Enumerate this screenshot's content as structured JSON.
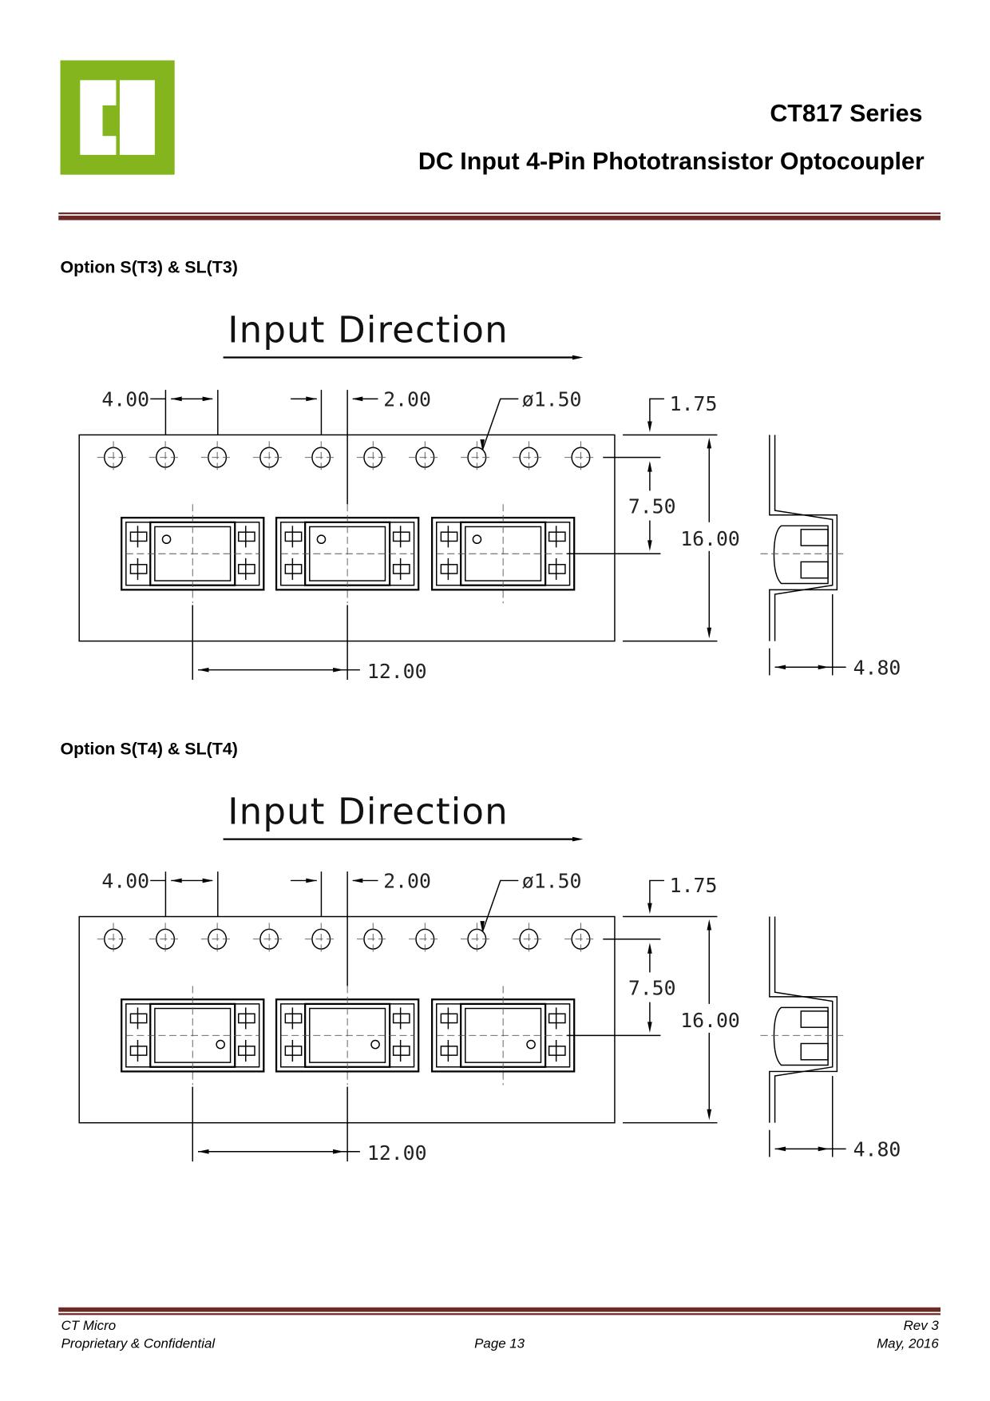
{
  "header": {
    "logo_text": "CT",
    "series": "CT817  Series",
    "subtitle": "DC  Input  4-Pin  Phototransistor  Optocoupler",
    "brand_color": "#84b51e",
    "rule_color": "#6b2a26"
  },
  "sections": [
    {
      "title": "Option S(T3) & SL(T3)",
      "direction_label": "Input  Direction",
      "dims": {
        "pitch": "4.00",
        "offset": "2.00",
        "hole": "ø1.50",
        "edge": "1.75",
        "hole_to_center": "7.50",
        "width": "16.00",
        "pocket_pitch": "12.00",
        "depth": "4.80"
      },
      "pin1_dot": "top-left"
    },
    {
      "title": "Option S(T4) & SL(T4)",
      "direction_label": "Input  Direction",
      "dims": {
        "pitch": "4.00",
        "offset": "2.00",
        "hole": "ø1.50",
        "edge": "1.75",
        "hole_to_center": "7.50",
        "width": "16.00",
        "pocket_pitch": "12.00",
        "depth": "4.80"
      },
      "pin1_dot": "bottom-right"
    }
  ],
  "footer": {
    "company": "CT Micro",
    "confidential": "Proprietary & Confidential",
    "page": "Page 13",
    "rev": "Rev 3",
    "date": "May, 2016"
  }
}
